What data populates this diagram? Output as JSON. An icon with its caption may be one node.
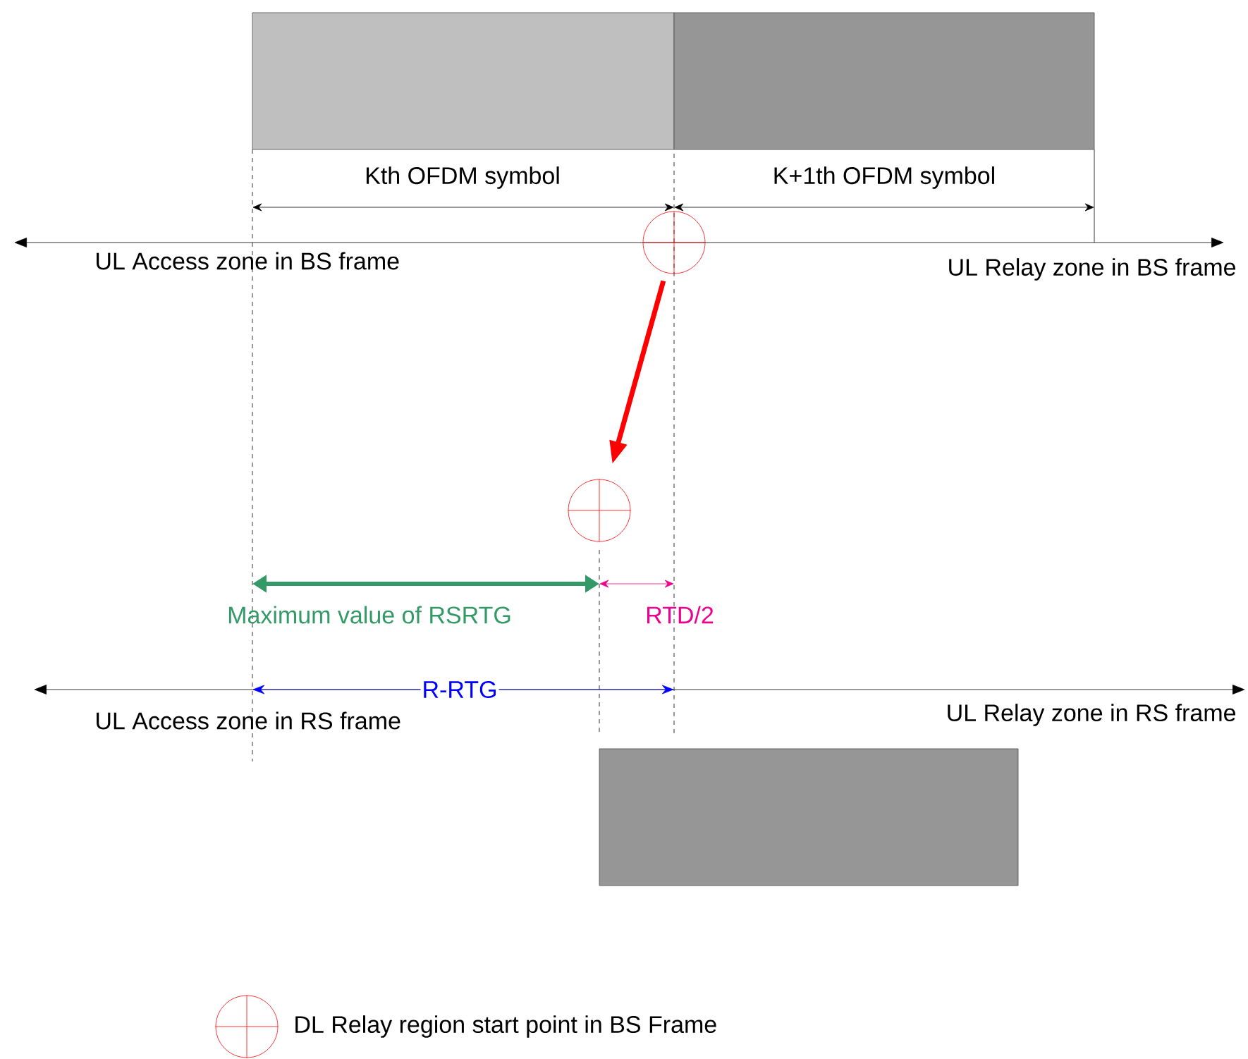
{
  "diagram": {
    "nodes": [
      {
        "text": [],
        "shape": "box"
      },
      {
        "text": [],
        "shape": "box"
      },
      {
        "text": [],
        "shape": "circle"
      },
      {
        "text": [],
        "shape": "circle"
      },
      {
        "text": [],
        "shape": "box"
      }
    ],
    "edges": [
      {
        "from": 2,
        "to": 3,
        "arrow": "to",
        "color": "#ff0000"
      }
    ],
    "labels": [
      "Kth OFDM symbol",
      "K+1th OFDM symbol",
      "UL Access zone in BS frame",
      "UL Relay zone in BS frame",
      "Maximum value of RSRTG",
      "RTD/2",
      "R-RTG",
      "UL Access zone in RS frame",
      "UL Relay zone in RS frame"
    ],
    "legend": [
      {
        "text": "DL Relay region start point in BS Frame"
      }
    ]
  }
}
